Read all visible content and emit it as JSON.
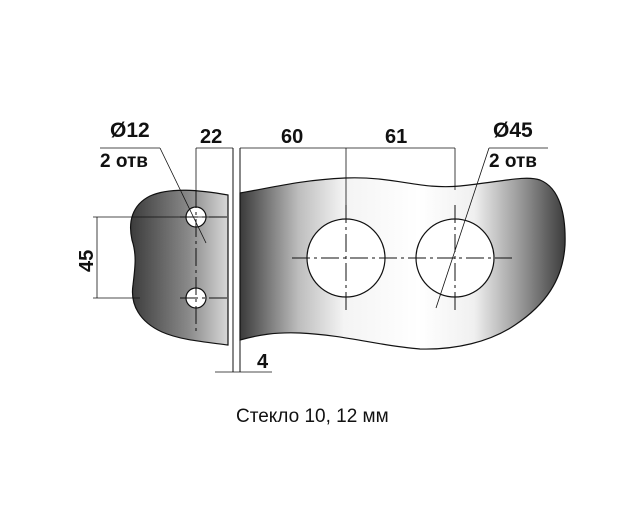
{
  "dimensions": {
    "small_hole_diameter": "Ø12",
    "small_hole_count": "2 отв",
    "offset_22": "22",
    "spacing_60": "60",
    "spacing_61": "61",
    "large_hole_diameter": "Ø45",
    "large_hole_count": "2 отв",
    "vertical_45": "45",
    "thickness_4": "4"
  },
  "caption": "Стекло 10, 12 мм",
  "colors": {
    "dark": "#3a3a3a",
    "light": "#ffffff",
    "stroke": "#111111"
  }
}
